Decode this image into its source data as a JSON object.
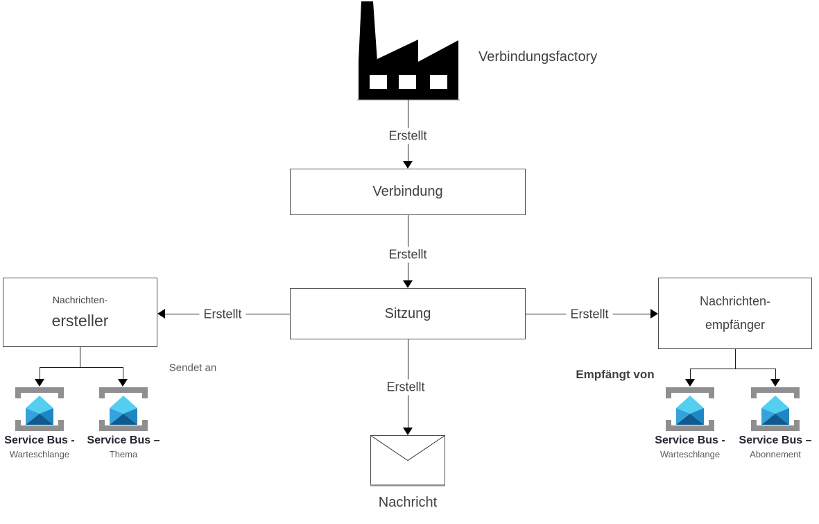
{
  "factory": {
    "label": "Verbindungsfactory"
  },
  "boxes": {
    "verbindung": {
      "label": "Verbindung"
    },
    "sitzung": {
      "label": "Sitzung"
    },
    "ersteller": {
      "line1": "Nachrichten-",
      "line2": "ersteller"
    },
    "empfaenger": {
      "line1": "Nachrichten-",
      "line2": "empfänger"
    }
  },
  "edges": {
    "erstellt": "Erstellt",
    "sendet_an": "Sendet an",
    "empfaengt_von": "Empfängt von"
  },
  "message": {
    "label": "Nachricht"
  },
  "service_bus": {
    "queue_left": {
      "title": "Service Bus -",
      "subtitle": "Warteschlange"
    },
    "topic": {
      "title": "Service Bus –",
      "subtitle": "Thema"
    },
    "queue_right": {
      "title": "Service Bus -",
      "subtitle": "Warteschlange"
    },
    "subscription": {
      "title": "Service Bus –",
      "subtitle": "Abonnement"
    }
  },
  "colors": {
    "background": "#ffffff",
    "line": "#1a1a1a",
    "box_border": "#4d4d4d",
    "text_primary": "#404040",
    "text_secondary": "#595959",
    "factory_icon": "#000000",
    "icon_bracket_gray": "#8f8f8f",
    "envelope_flap": "#55CFEF",
    "envelope_left": "#35A3DB",
    "envelope_right": "#1F86C6",
    "envelope_base": "#0F5A8E"
  }
}
